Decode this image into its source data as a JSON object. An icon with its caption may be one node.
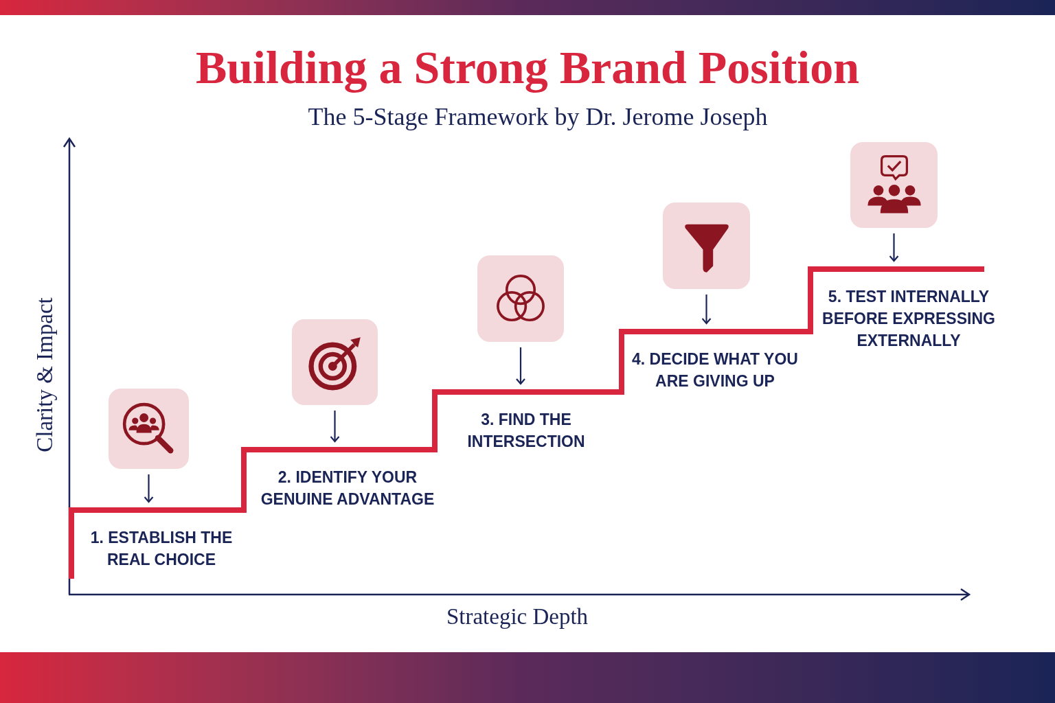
{
  "diagram": {
    "title": "Building a Strong Brand Position",
    "nodes": [
      {
        "text": [],
        "shape": "box"
      },
      {
        "text": [
          "1. ESTABLISH THE REAL CHOICE"
        ]
      },
      {
        "text": [],
        "shape": "box"
      },
      {
        "text": [
          "2. IDENTIFY YOUR GENUINE ADVANTAGE"
        ]
      },
      {
        "text": [],
        "shape": "box"
      },
      {
        "text": [
          "3. FIND THE INTERSECTION"
        ]
      },
      {
        "text": [],
        "shape": "box"
      },
      {
        "text": [
          "4. DECIDE WHAT YOU ARE GIVING UP"
        ]
      },
      {
        "text": [],
        "shape": "box"
      },
      {
        "text": [
          "5. TEST INTERNALLY BEFORE EXPRESSING EXTERNALLY"
        ]
      }
    ],
    "edges": [
      {
        "from": 0,
        "to": 1,
        "arrow": "to"
      },
      {
        "from": 2,
        "to": 3,
        "arrow": "to"
      },
      {
        "from": 4,
        "to": 5,
        "arrow": "to"
      },
      {
        "from": 6,
        "to": 7,
        "arrow": "to"
      },
      {
        "from": 8,
        "to": 9,
        "arrow": "to"
      }
    ],
    "labels": [
      "The 5-Stage Framework by Dr. Jerome Joseph",
      "Clarity & Impact",
      "Strategic Depth"
    ]
  }
}
